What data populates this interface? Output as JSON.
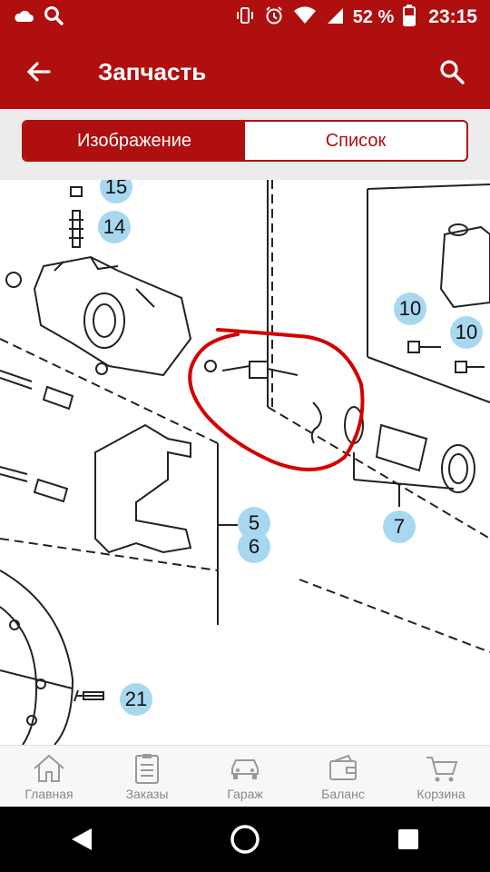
{
  "status": {
    "battery_text": "52 %",
    "time": "23:15",
    "icons": [
      "cloud-icon",
      "search-icon",
      "vibrate-icon",
      "alarm-icon",
      "wifi-icon",
      "signal-icon",
      "battery-icon"
    ]
  },
  "header": {
    "title": "Запчасть",
    "back_icon": "arrow-left-icon",
    "search_icon": "search-icon"
  },
  "segments": {
    "tab_image": "Изображение",
    "tab_list": "Список",
    "active": "image"
  },
  "diagram": {
    "callouts": {
      "c15": "15",
      "c14": "14",
      "c10a": "10",
      "c10b": "10",
      "c7": "7",
      "c5": "5",
      "c6": "6",
      "c21": "21"
    },
    "accent": "#d30000"
  },
  "bottom_nav": {
    "home": "Главная",
    "orders": "Заказы",
    "garage": "Гараж",
    "balance": "Баланс",
    "cart": "Корзина"
  },
  "colors": {
    "brand": "#b00f0f",
    "callout": "#a8d8f0"
  }
}
